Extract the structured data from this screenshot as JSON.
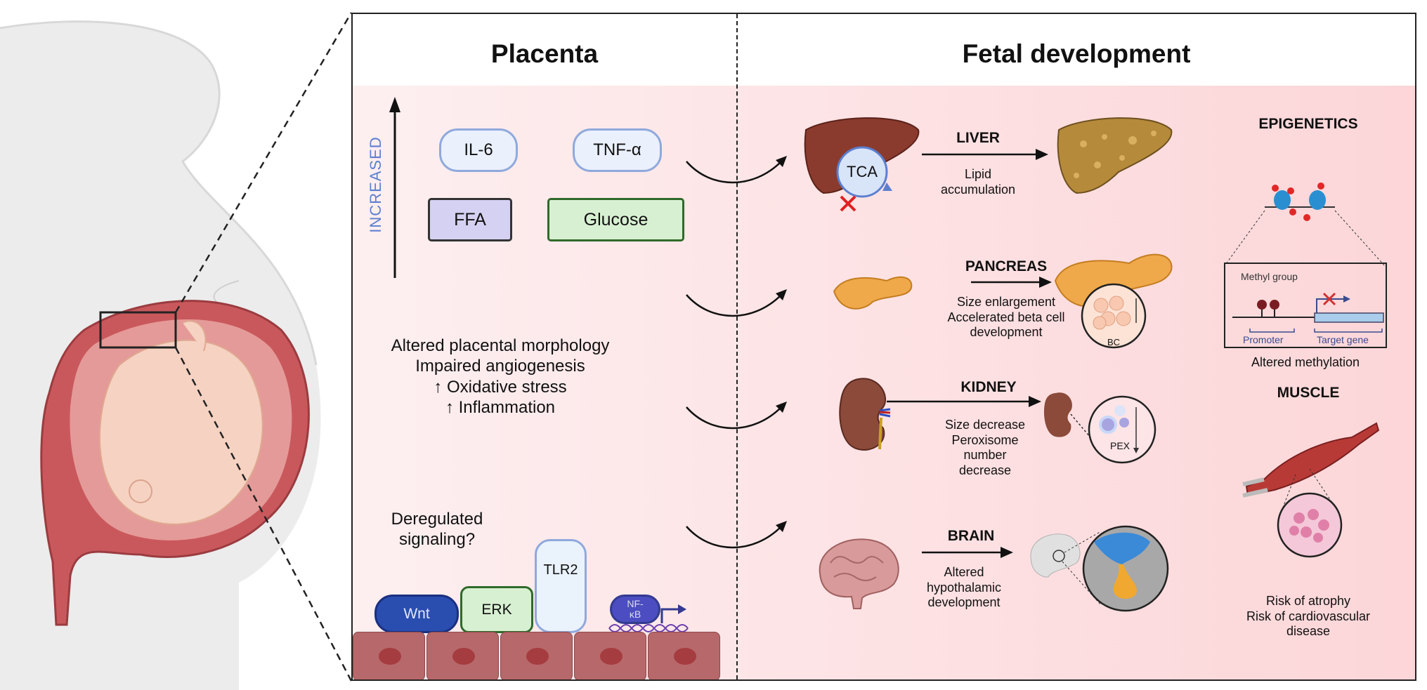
{
  "placenta": {
    "title": "Placenta",
    "increased_label": "INCREASED",
    "markers": {
      "il6": "IL-6",
      "tnfa": "TNF-α",
      "ffa": "FFA",
      "glucose": "Glucose"
    },
    "effects": [
      "Altered placental morphology",
      "Impaired angiogenesis",
      "↑ Oxidative stress",
      "↑ Inflammation"
    ],
    "signaling_question": [
      "Deregulated",
      "signaling?"
    ],
    "signaling": {
      "wnt": "Wnt",
      "erk": "ERK",
      "tlr2": "TLR2",
      "nfkb": [
        "NF-",
        "κB"
      ]
    }
  },
  "fetal": {
    "title": "Fetal development",
    "liver": {
      "label": "LIVER",
      "desc": [
        "Lipid",
        "accumulation"
      ],
      "tca": "TCA"
    },
    "pancreas": {
      "label": "PANCREAS",
      "desc": [
        "Size enlargement",
        "Accelerated beta cell",
        "development"
      ],
      "inset": "BC"
    },
    "kidney": {
      "label": "KIDNEY",
      "desc": [
        "Size decrease",
        "Peroxisome",
        "number",
        "decrease"
      ],
      "inset": "PEX"
    },
    "brain": {
      "label": "BRAIN",
      "desc": [
        "Altered",
        "hypothalamic",
        "development"
      ]
    },
    "epigenetics": {
      "label": "EPIGENETICS",
      "methyl": "Methyl group",
      "promoter": "Promoter",
      "target": "Target gene",
      "caption": "Altered methylation"
    },
    "muscle": {
      "label": "MUSCLE",
      "desc": [
        "Risk of atrophy",
        "Risk of cardiovascular",
        "disease"
      ]
    }
  },
  "colors": {
    "pink_bg": "#fde2e4",
    "il_border": "#8fa9dc",
    "ffa": "#d5d1f2",
    "glucose": "#d8f0d2",
    "wnt": "#2a4db0",
    "nfkb": "#4b4dc0",
    "cell": "#b7686a",
    "arrow_blue": "#5b7fcf"
  }
}
